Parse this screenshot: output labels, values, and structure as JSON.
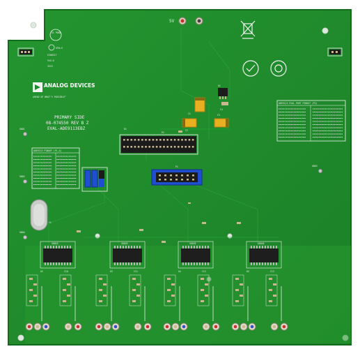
{
  "board": {
    "name": "EVAL-ADE9113EBZ",
    "part_number": "08-074550 REV B Z",
    "side": "PRIMARY SIDE",
    "brand": "ANALOG DEVICES",
    "tagline": "AHEAD OF WHAT'S POSSIBLE™",
    "supply_label": "5V",
    "ul_mark": "GFW-H",
    "ul_file": "E306317",
    "ul_rating": "94V-0",
    "date_code": "3523",
    "lot_code": "E1 P088"
  },
  "headers": {
    "left_pinout_title": "ADE9113 PINOUT (P1_X)",
    "right_pinout_title": "ADE9113 EVAL PORT PINOUT (P1)",
    "p1": "P1",
    "p2": "P2"
  },
  "connectors": {
    "j_left": "J1",
    "j_right": "J2"
  },
  "test_points": {
    "gnd1": "GND1",
    "gnd2": "GND2",
    "gnd3": "GND3",
    "gnd4": "GND4"
  },
  "components": {
    "u1": "U1",
    "c1": "C1",
    "c2": "C2",
    "c3": "C3",
    "c4": "C4",
    "r1": "R1",
    "y1": "Y1"
  },
  "channels": [
    {
      "ic": "U2",
      "vdd": "VDD1E",
      "cap": "C10"
    },
    {
      "ic": "U3",
      "vdd": "VDD2E",
      "cap": "C11"
    },
    {
      "ic": "U4",
      "vdd": "VDD3E",
      "cap": "C12"
    },
    {
      "ic": "U5",
      "vdd": "VDD4E",
      "cap": "C13"
    }
  ],
  "colors": {
    "pcb": "#1f8a2c",
    "pcb_edge": "#16701f",
    "silkscreen": "#f2f4f2",
    "connector": "#1b1b1b",
    "jumper_blue": "#1f4fd0",
    "tantalum": "#e8b020",
    "pad_gold": "#c8b890",
    "led_red": "#c83030",
    "led_blue": "#3050c8"
  }
}
